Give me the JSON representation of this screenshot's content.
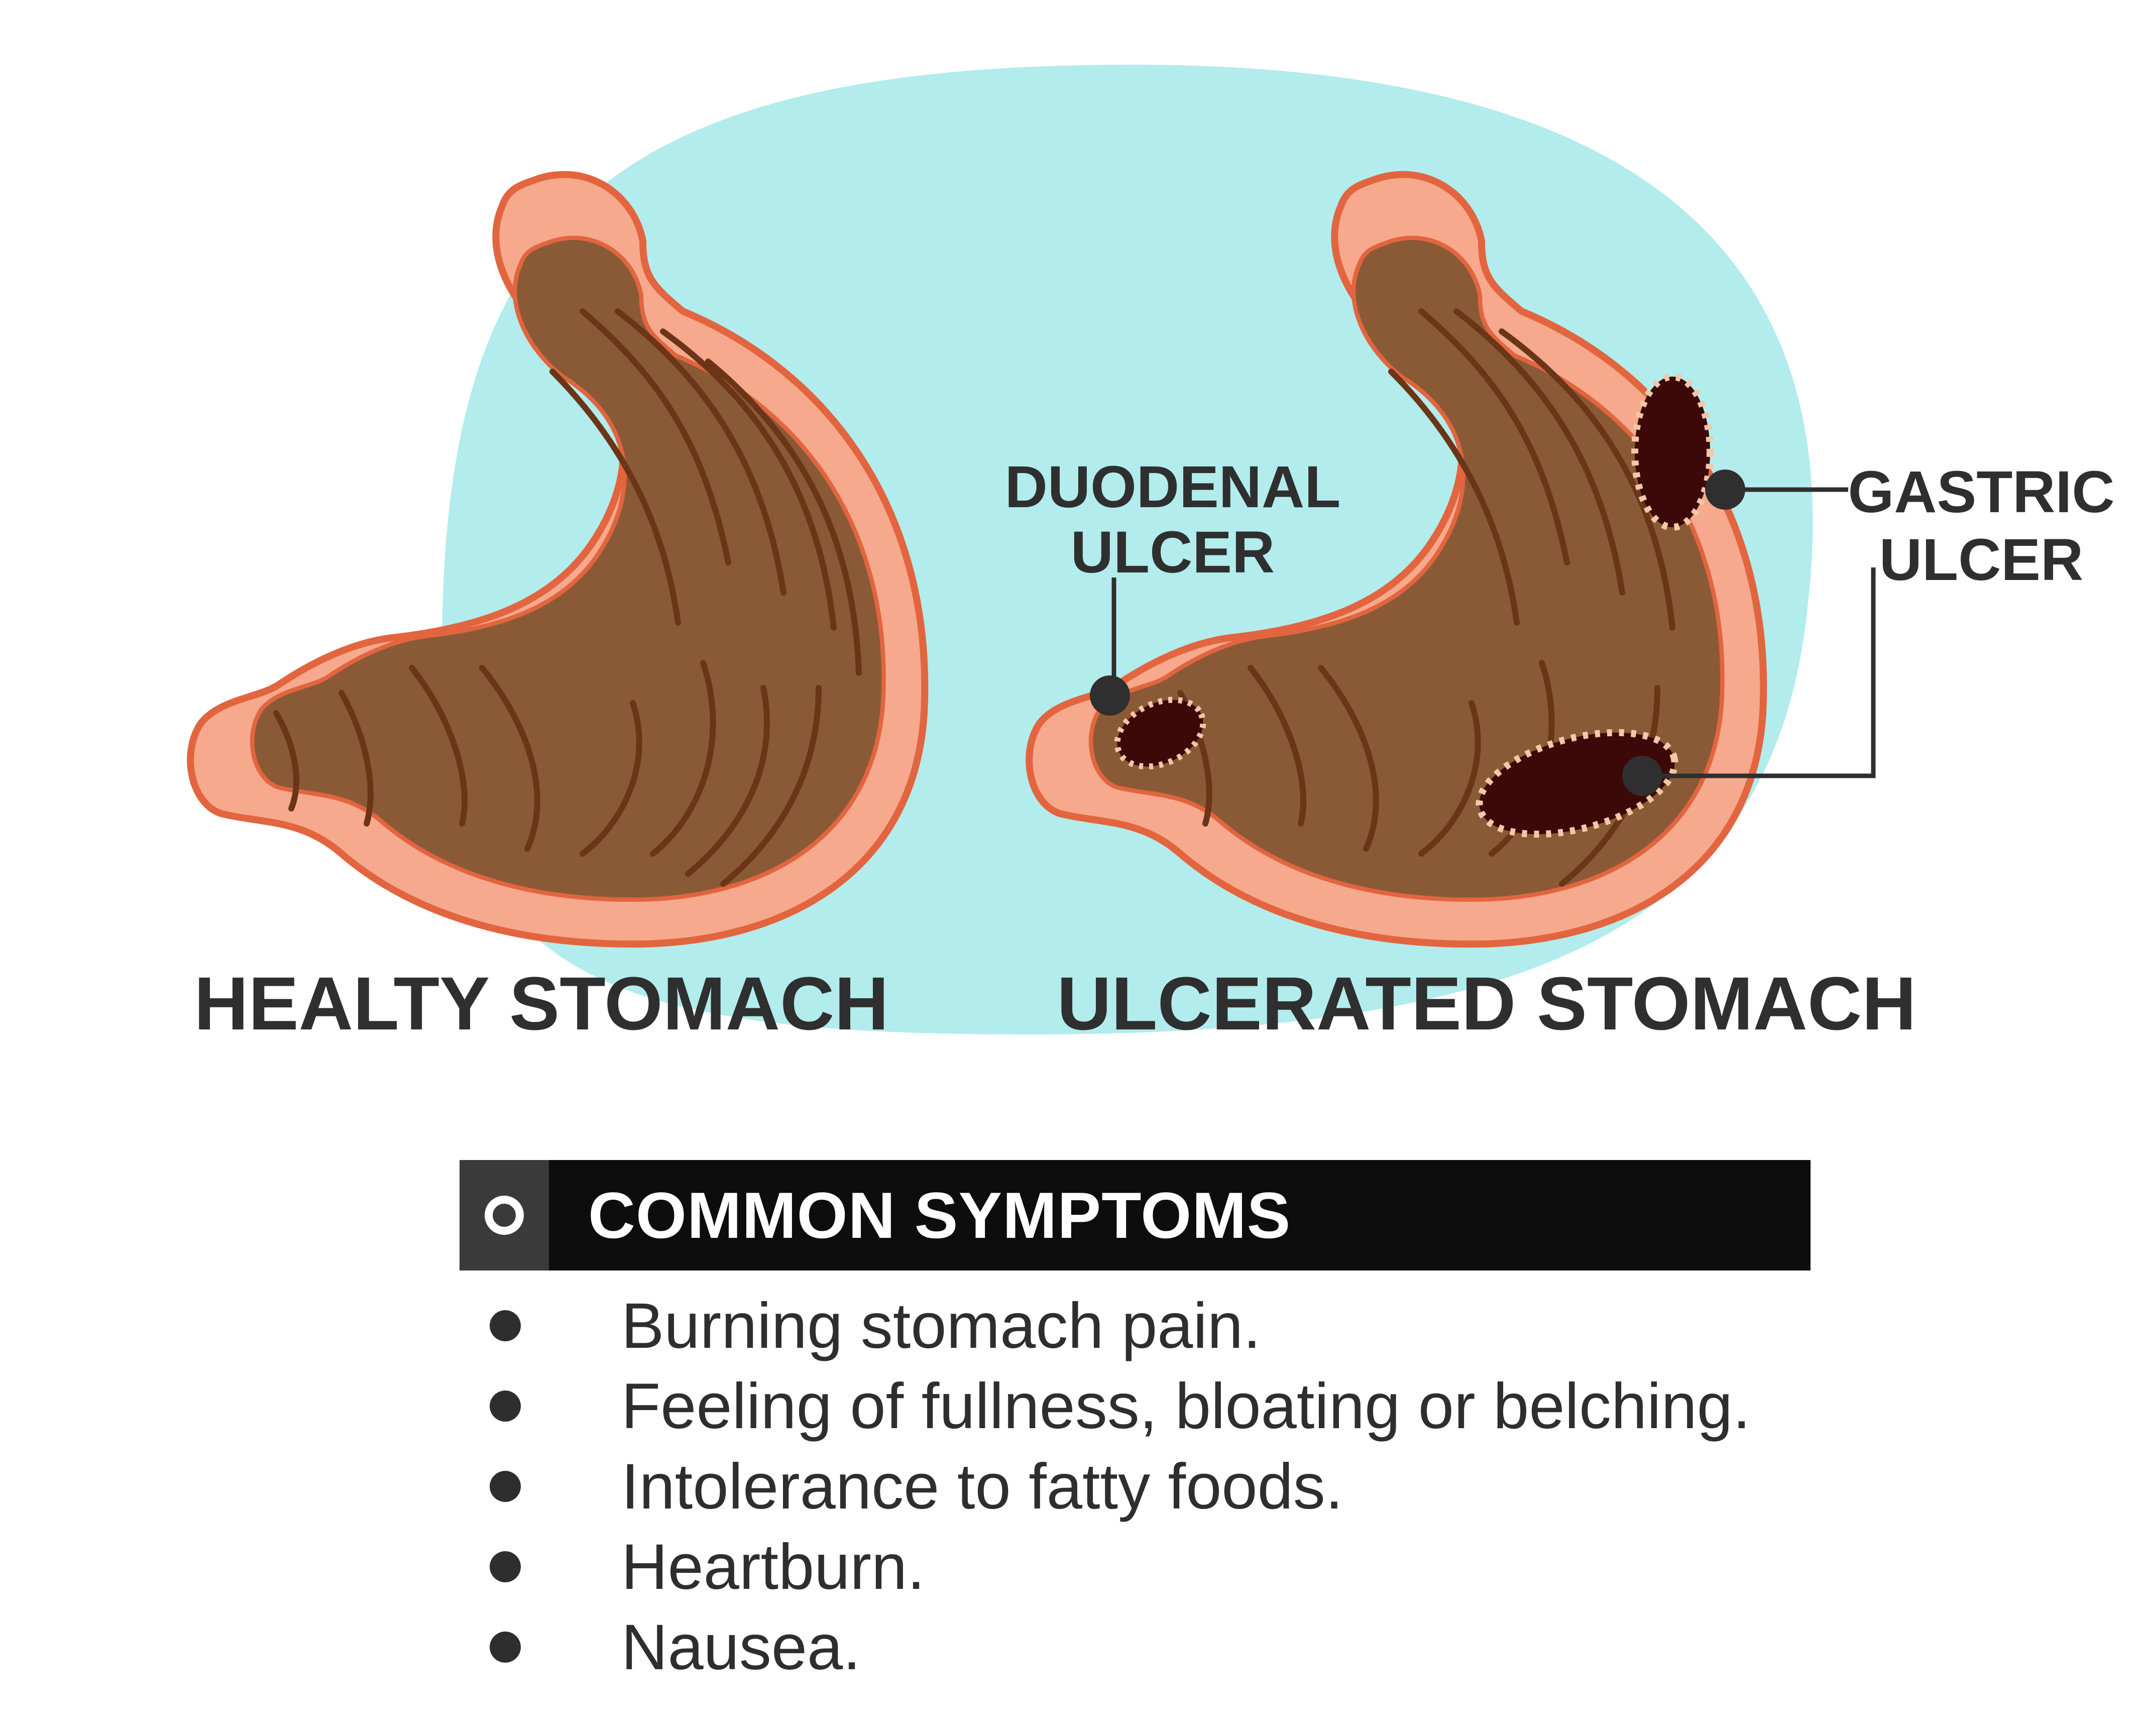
{
  "colors": {
    "background_blob": "#b2ecec",
    "stomach_outer": "#f6a98c",
    "stomach_outline": "#e2653f",
    "stomach_inner": "#8a5a36",
    "rugae": "#6b3518",
    "ulcer": "#3d0808",
    "text": "#2f2f2f",
    "header_bg": "#0d0d0d"
  },
  "diagram": {
    "healthy_label": "HEALTY STOMACH",
    "ulcerated_label": "ULCERATED STOMACH",
    "duodenal_label_line1": "DUODENAL",
    "duodenal_label_line2": "ULCER",
    "gastric_label_line1": "GASTRIC",
    "gastric_label_line2": "ULCER"
  },
  "symptoms": {
    "header_icon": "circle-ring-icon",
    "title": "COMMON SYMPTOMS",
    "items": [
      "Burning stomach pain.",
      "Feeling of fullness, bloating or belching.",
      "Intolerance to fatty foods.",
      "Heartburn.",
      "Nausea."
    ]
  }
}
